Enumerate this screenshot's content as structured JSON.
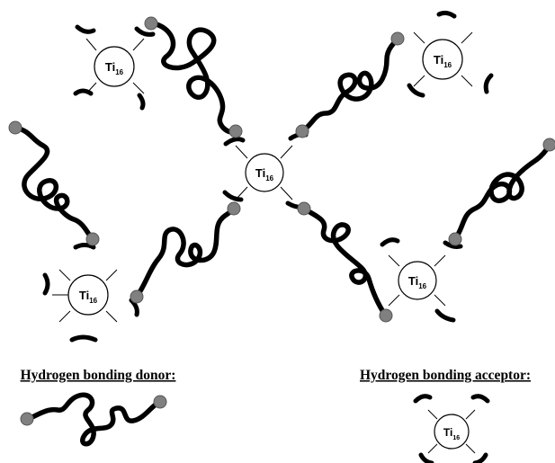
{
  "cluster_label": {
    "main": "Ti",
    "subscript": "16"
  },
  "legend": {
    "donor_label": "Hydrogen bonding donor:",
    "acceptor_label": "Hydrogen bonding acceptor:"
  },
  "colors": {
    "chain": "#000000",
    "end_group": "#808080",
    "cluster_fill": "#ffffff",
    "background": "#ffffff"
  }
}
